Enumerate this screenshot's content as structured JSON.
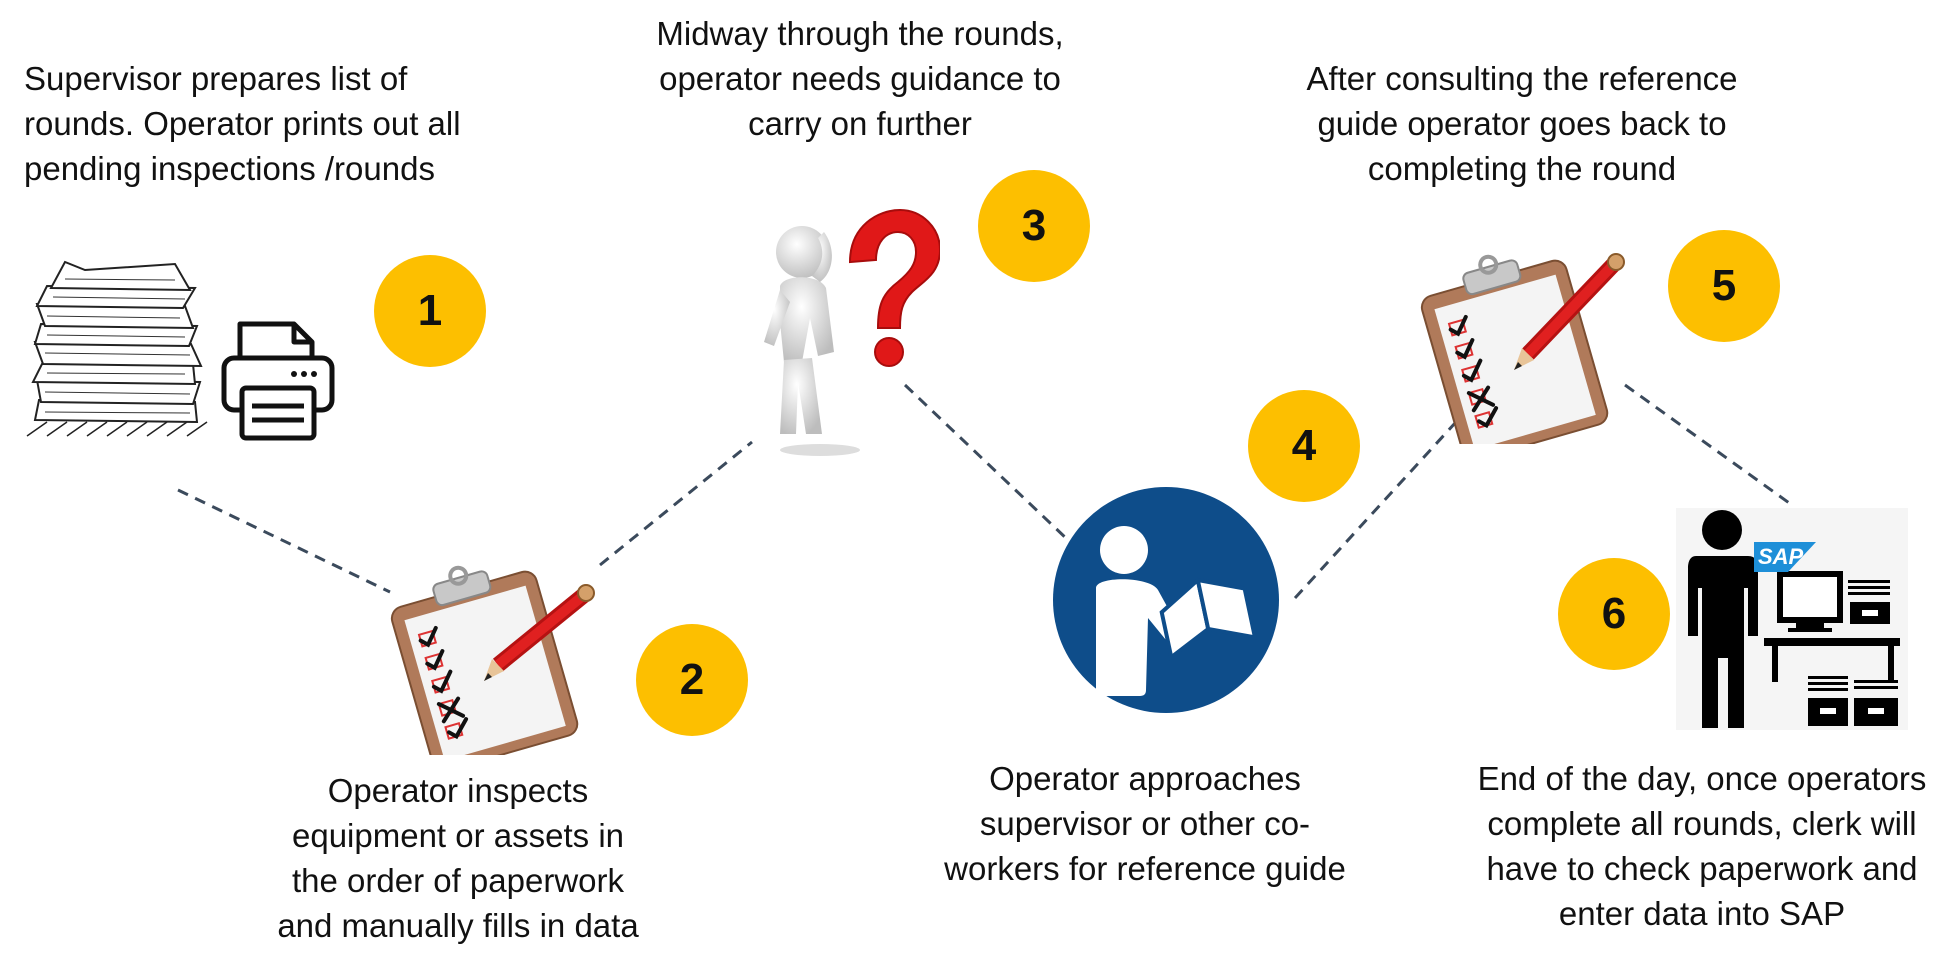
{
  "colors": {
    "badge": "#FDBF00",
    "connector": "#3b4a5c",
    "question_mark": "#e01818",
    "guide_circle": "#0e4d8a",
    "pencil": "#e02020",
    "clipboard": "#b07a5a"
  },
  "steps": [
    {
      "number": "1",
      "caption_lines": [
        "Supervisor prepares list of",
        "rounds. Operator prints out all",
        "pending inspections /rounds"
      ],
      "icons": [
        "paper-stack-icon",
        "printer-icon"
      ]
    },
    {
      "number": "2",
      "caption_lines": [
        "Operator inspects",
        "equipment or assets in",
        "the order of paperwork",
        "and manually fills in data"
      ],
      "icons": [
        "clipboard-checklist-icon"
      ]
    },
    {
      "number": "3",
      "caption_lines": [
        "Midway through the rounds,",
        "operator needs guidance to",
        "carry on further"
      ],
      "icons": [
        "question-person-icon"
      ]
    },
    {
      "number": "4",
      "caption_lines": [
        "Operator approaches",
        "supervisor or other co-",
        "workers for reference guide"
      ],
      "icons": [
        "reference-guide-icon"
      ]
    },
    {
      "number": "5",
      "caption_lines": [
        "After consulting the reference",
        "guide operator goes back to",
        "completing the round"
      ],
      "icons": [
        "clipboard-checklist-icon"
      ]
    },
    {
      "number": "6",
      "caption_lines": [
        "End of the day, once operators",
        "complete all rounds, clerk will",
        "have to check paperwork and",
        "enter data into SAP"
      ],
      "icons": [
        "clerk-sap-workstation-icon"
      ],
      "logo_text": "SAP"
    }
  ]
}
